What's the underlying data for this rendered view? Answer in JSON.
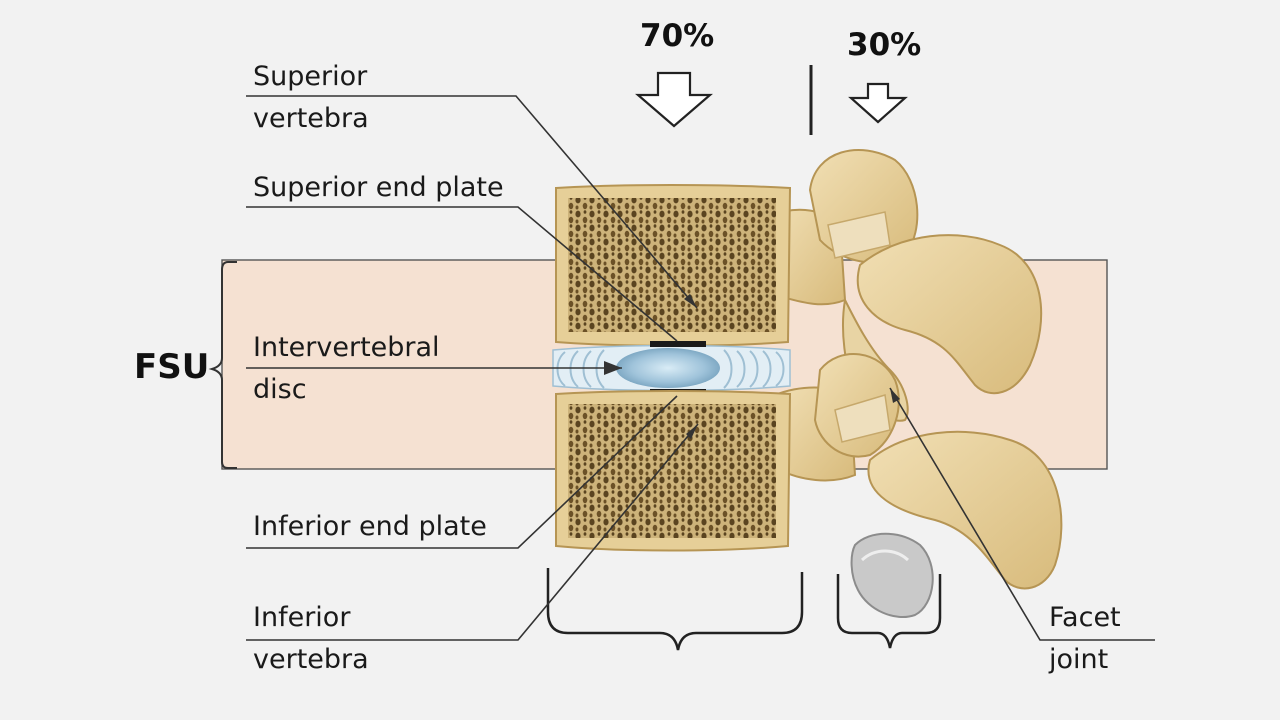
{
  "load_split": {
    "anterior_percent": "70%",
    "posterior_percent": "30%"
  },
  "segment_label": "FSU",
  "labels": {
    "superior_vertebra": [
      "Superior",
      "vertebra"
    ],
    "superior_end_plate": "Superior end plate",
    "intervertebral_disc": [
      "Intervertebral",
      "disc"
    ],
    "inferior_end_plate": "Inferior end plate",
    "inferior_vertebra": [
      "Inferior",
      "vertebra"
    ],
    "facet_joint": [
      "Facet",
      "joint"
    ]
  },
  "colors": {
    "background": "#f2f2f2",
    "fsu_band": "#f5e1d2",
    "bone": "#e6cf98",
    "bone_edge": "#b69554",
    "cancellous": "#5a4420",
    "disc": "#a9c8dc",
    "line": "#333333"
  }
}
